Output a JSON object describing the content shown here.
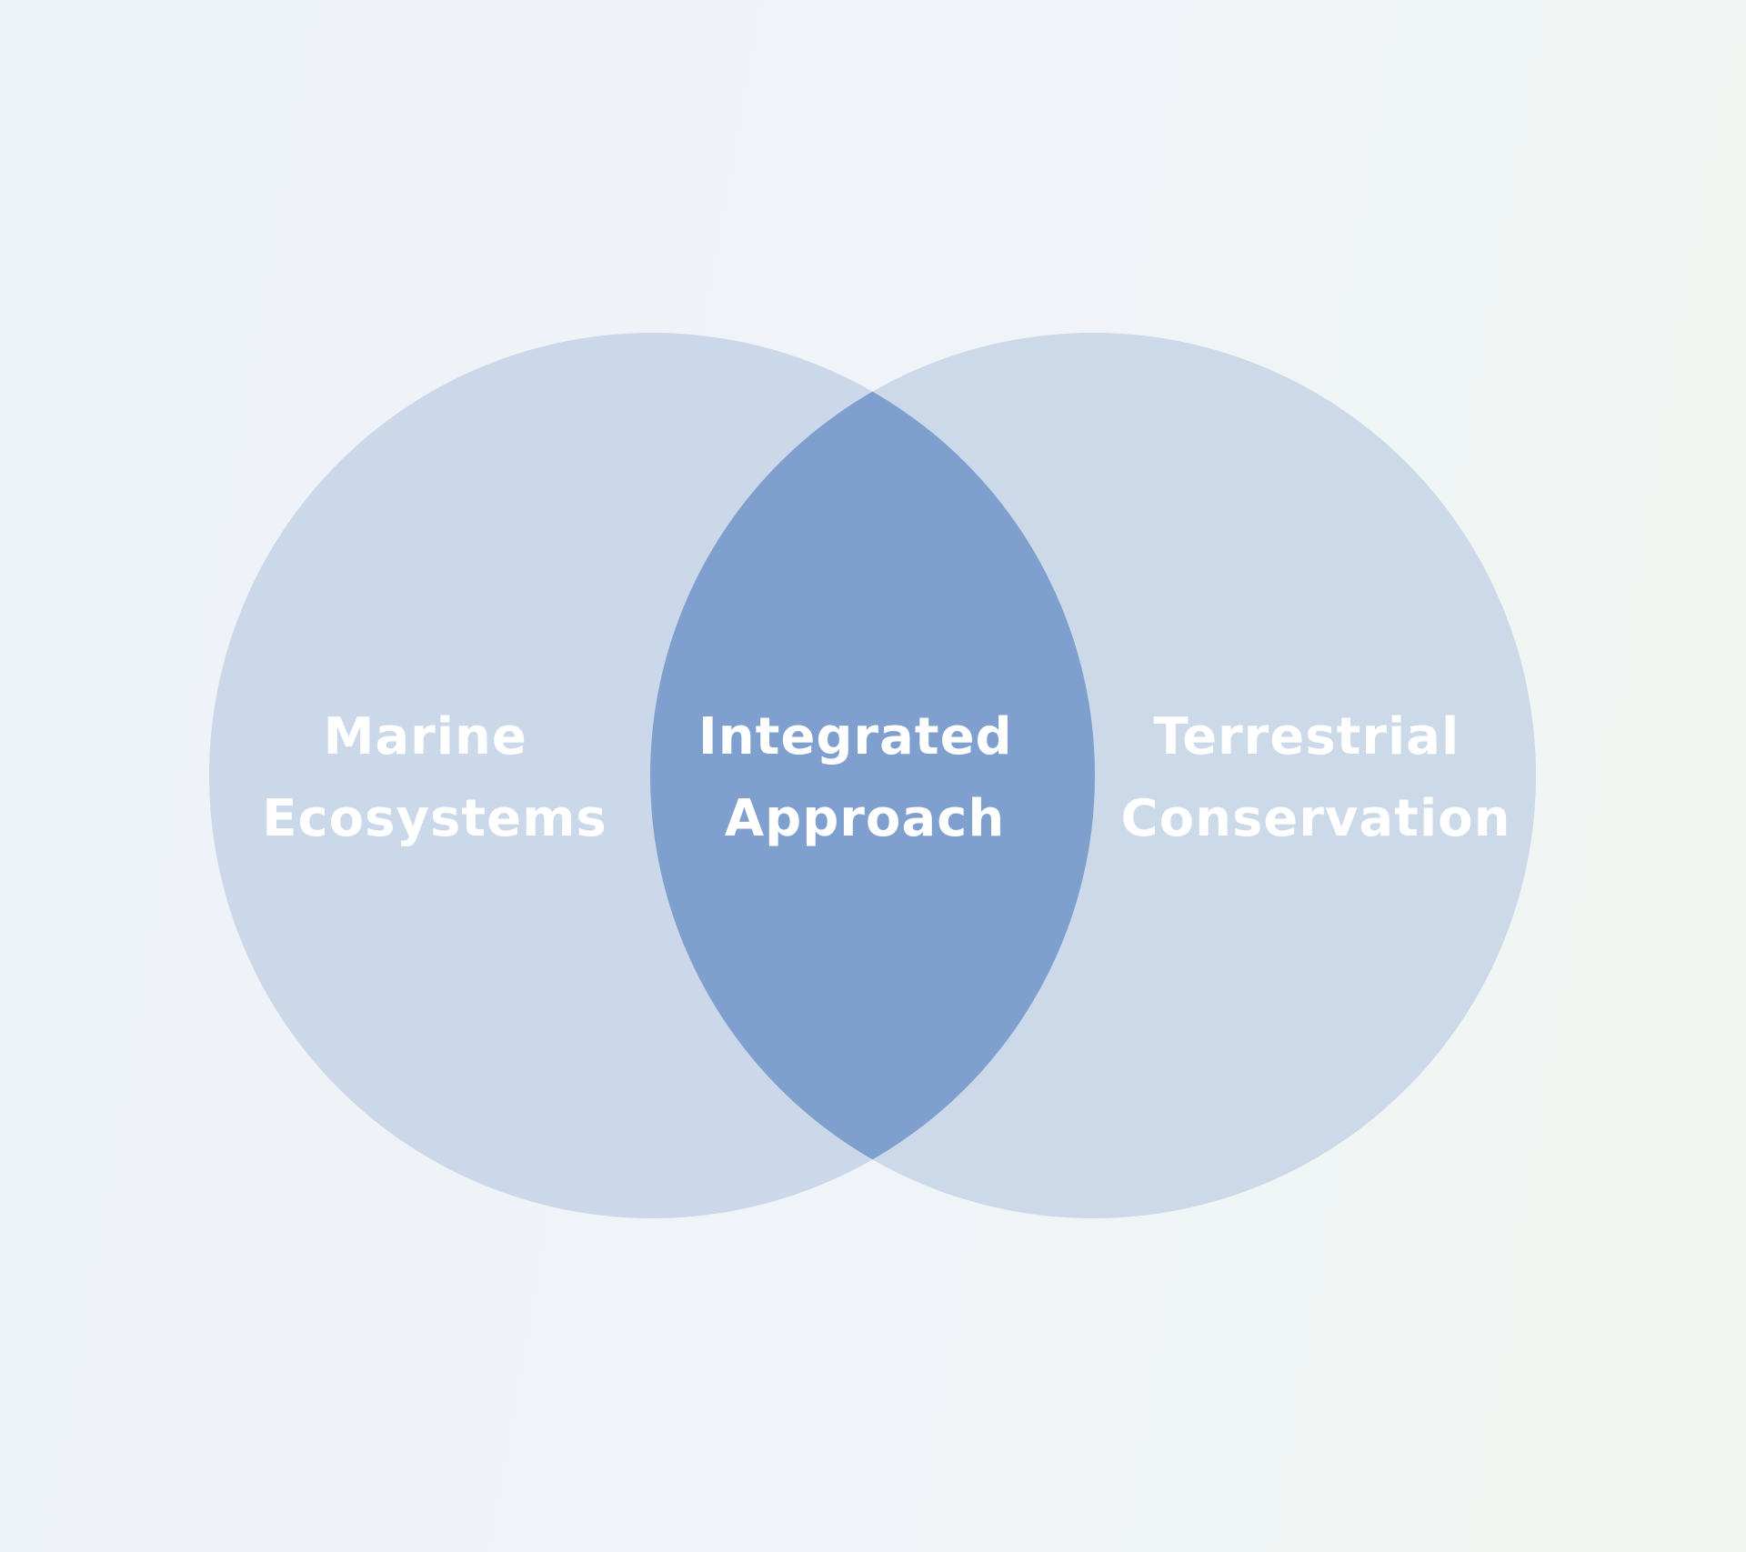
{
  "diagram": {
    "type": "venn",
    "sets": [
      {
        "id": "left",
        "label_lines": [
          "Marine",
          "Ecosystems"
        ],
        "color": "#cbd8ea"
      },
      {
        "id": "right",
        "label_lines": [
          "Terrestrial",
          "Conservation"
        ],
        "color": "#cbd9e8"
      }
    ],
    "intersection": {
      "label_lines": [
        "Integrated",
        "Approach"
      ],
      "color": "#7f9fce"
    },
    "colors": {
      "label_text": "#ffffff",
      "background_left": "#eef2f9",
      "background_right": "#f1f6f1"
    }
  }
}
